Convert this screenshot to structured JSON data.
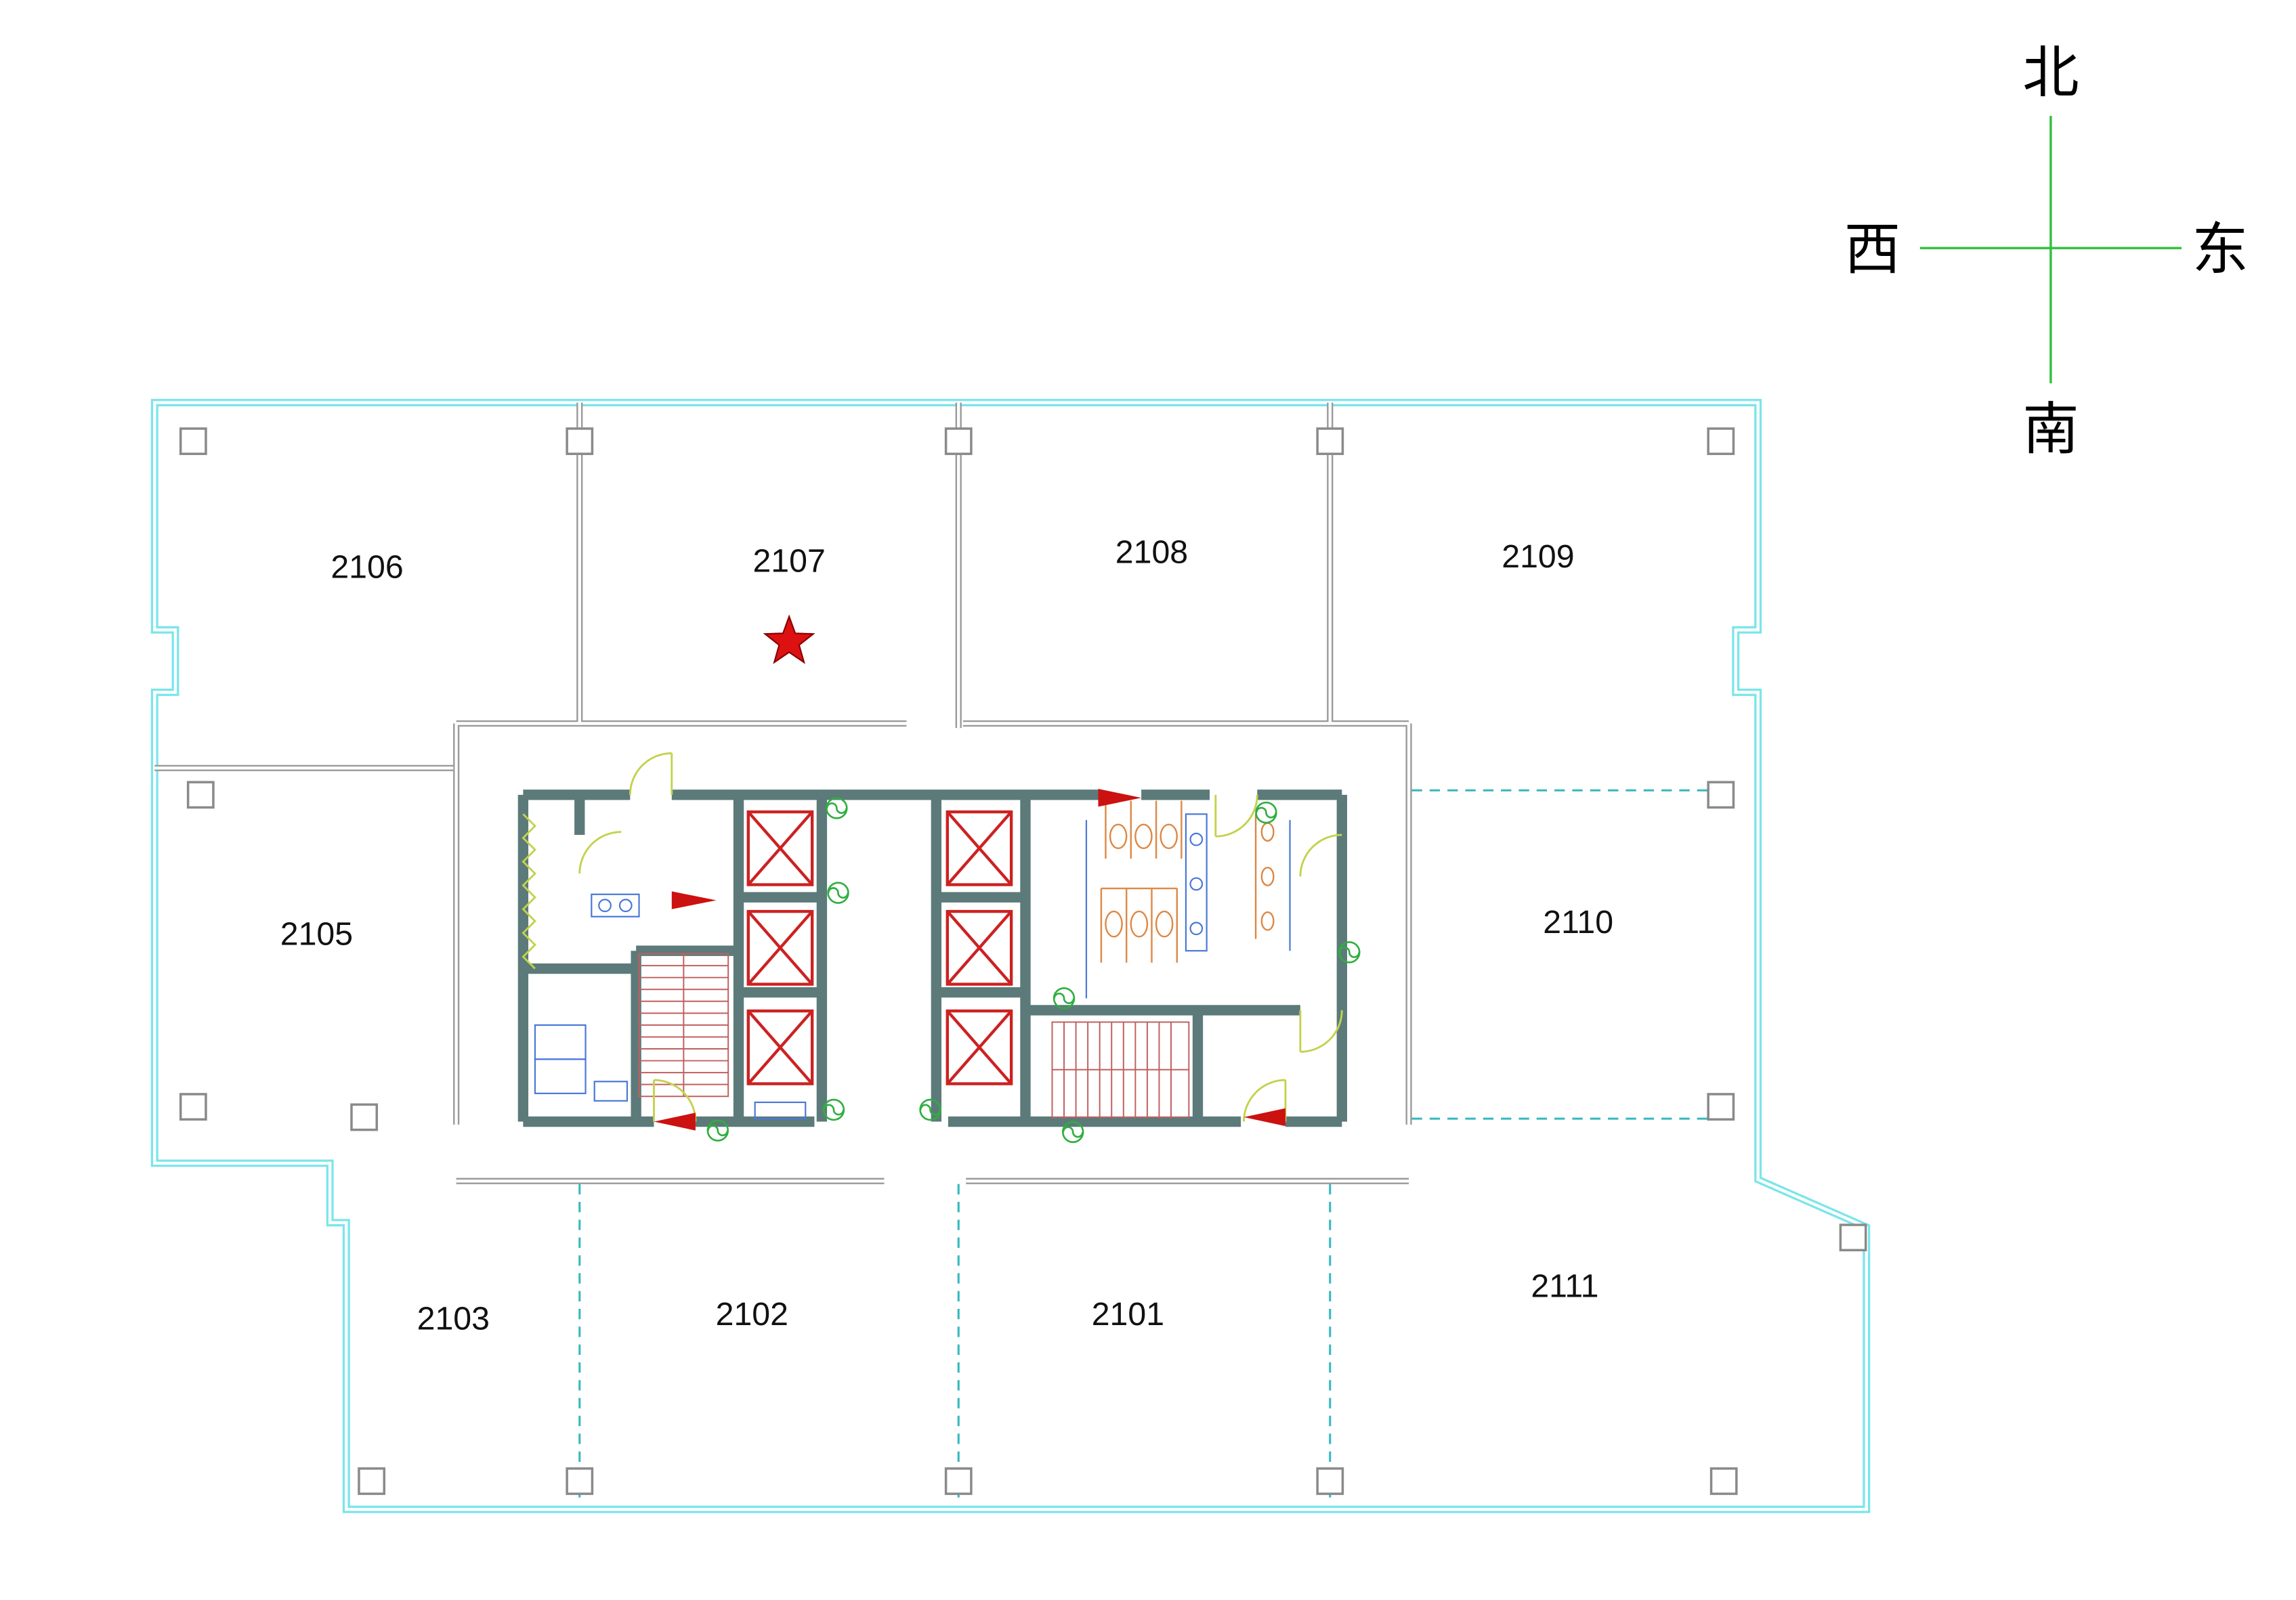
{
  "drawing": {
    "kind": "floor-plan"
  },
  "compass": {
    "north": "北",
    "south": "南",
    "west": "西",
    "east": "东"
  },
  "rooms": [
    {
      "label": "2106"
    },
    {
      "label": "2107"
    },
    {
      "label": "2108"
    },
    {
      "label": "2109"
    },
    {
      "label": "2105"
    },
    {
      "label": "2110"
    },
    {
      "label": "2111"
    },
    {
      "label": "2103"
    },
    {
      "label": "2102"
    },
    {
      "label": "2101"
    }
  ],
  "marker": {
    "room": "2107",
    "symbol": "star"
  },
  "colors": {
    "outline": "#7ce5ea",
    "interior_wall": "#9a9a9a",
    "core_wall": "#5c7a7a",
    "star": "#dd1111",
    "compass": "#35c040",
    "elevator": "#cc2222",
    "stair": "#c06060",
    "fixture": "#dd8844",
    "plumbing": "#4a78d8",
    "vent": "#2fae3f",
    "door": "#c3d24b",
    "dashed_wall": "#35b8c0"
  }
}
